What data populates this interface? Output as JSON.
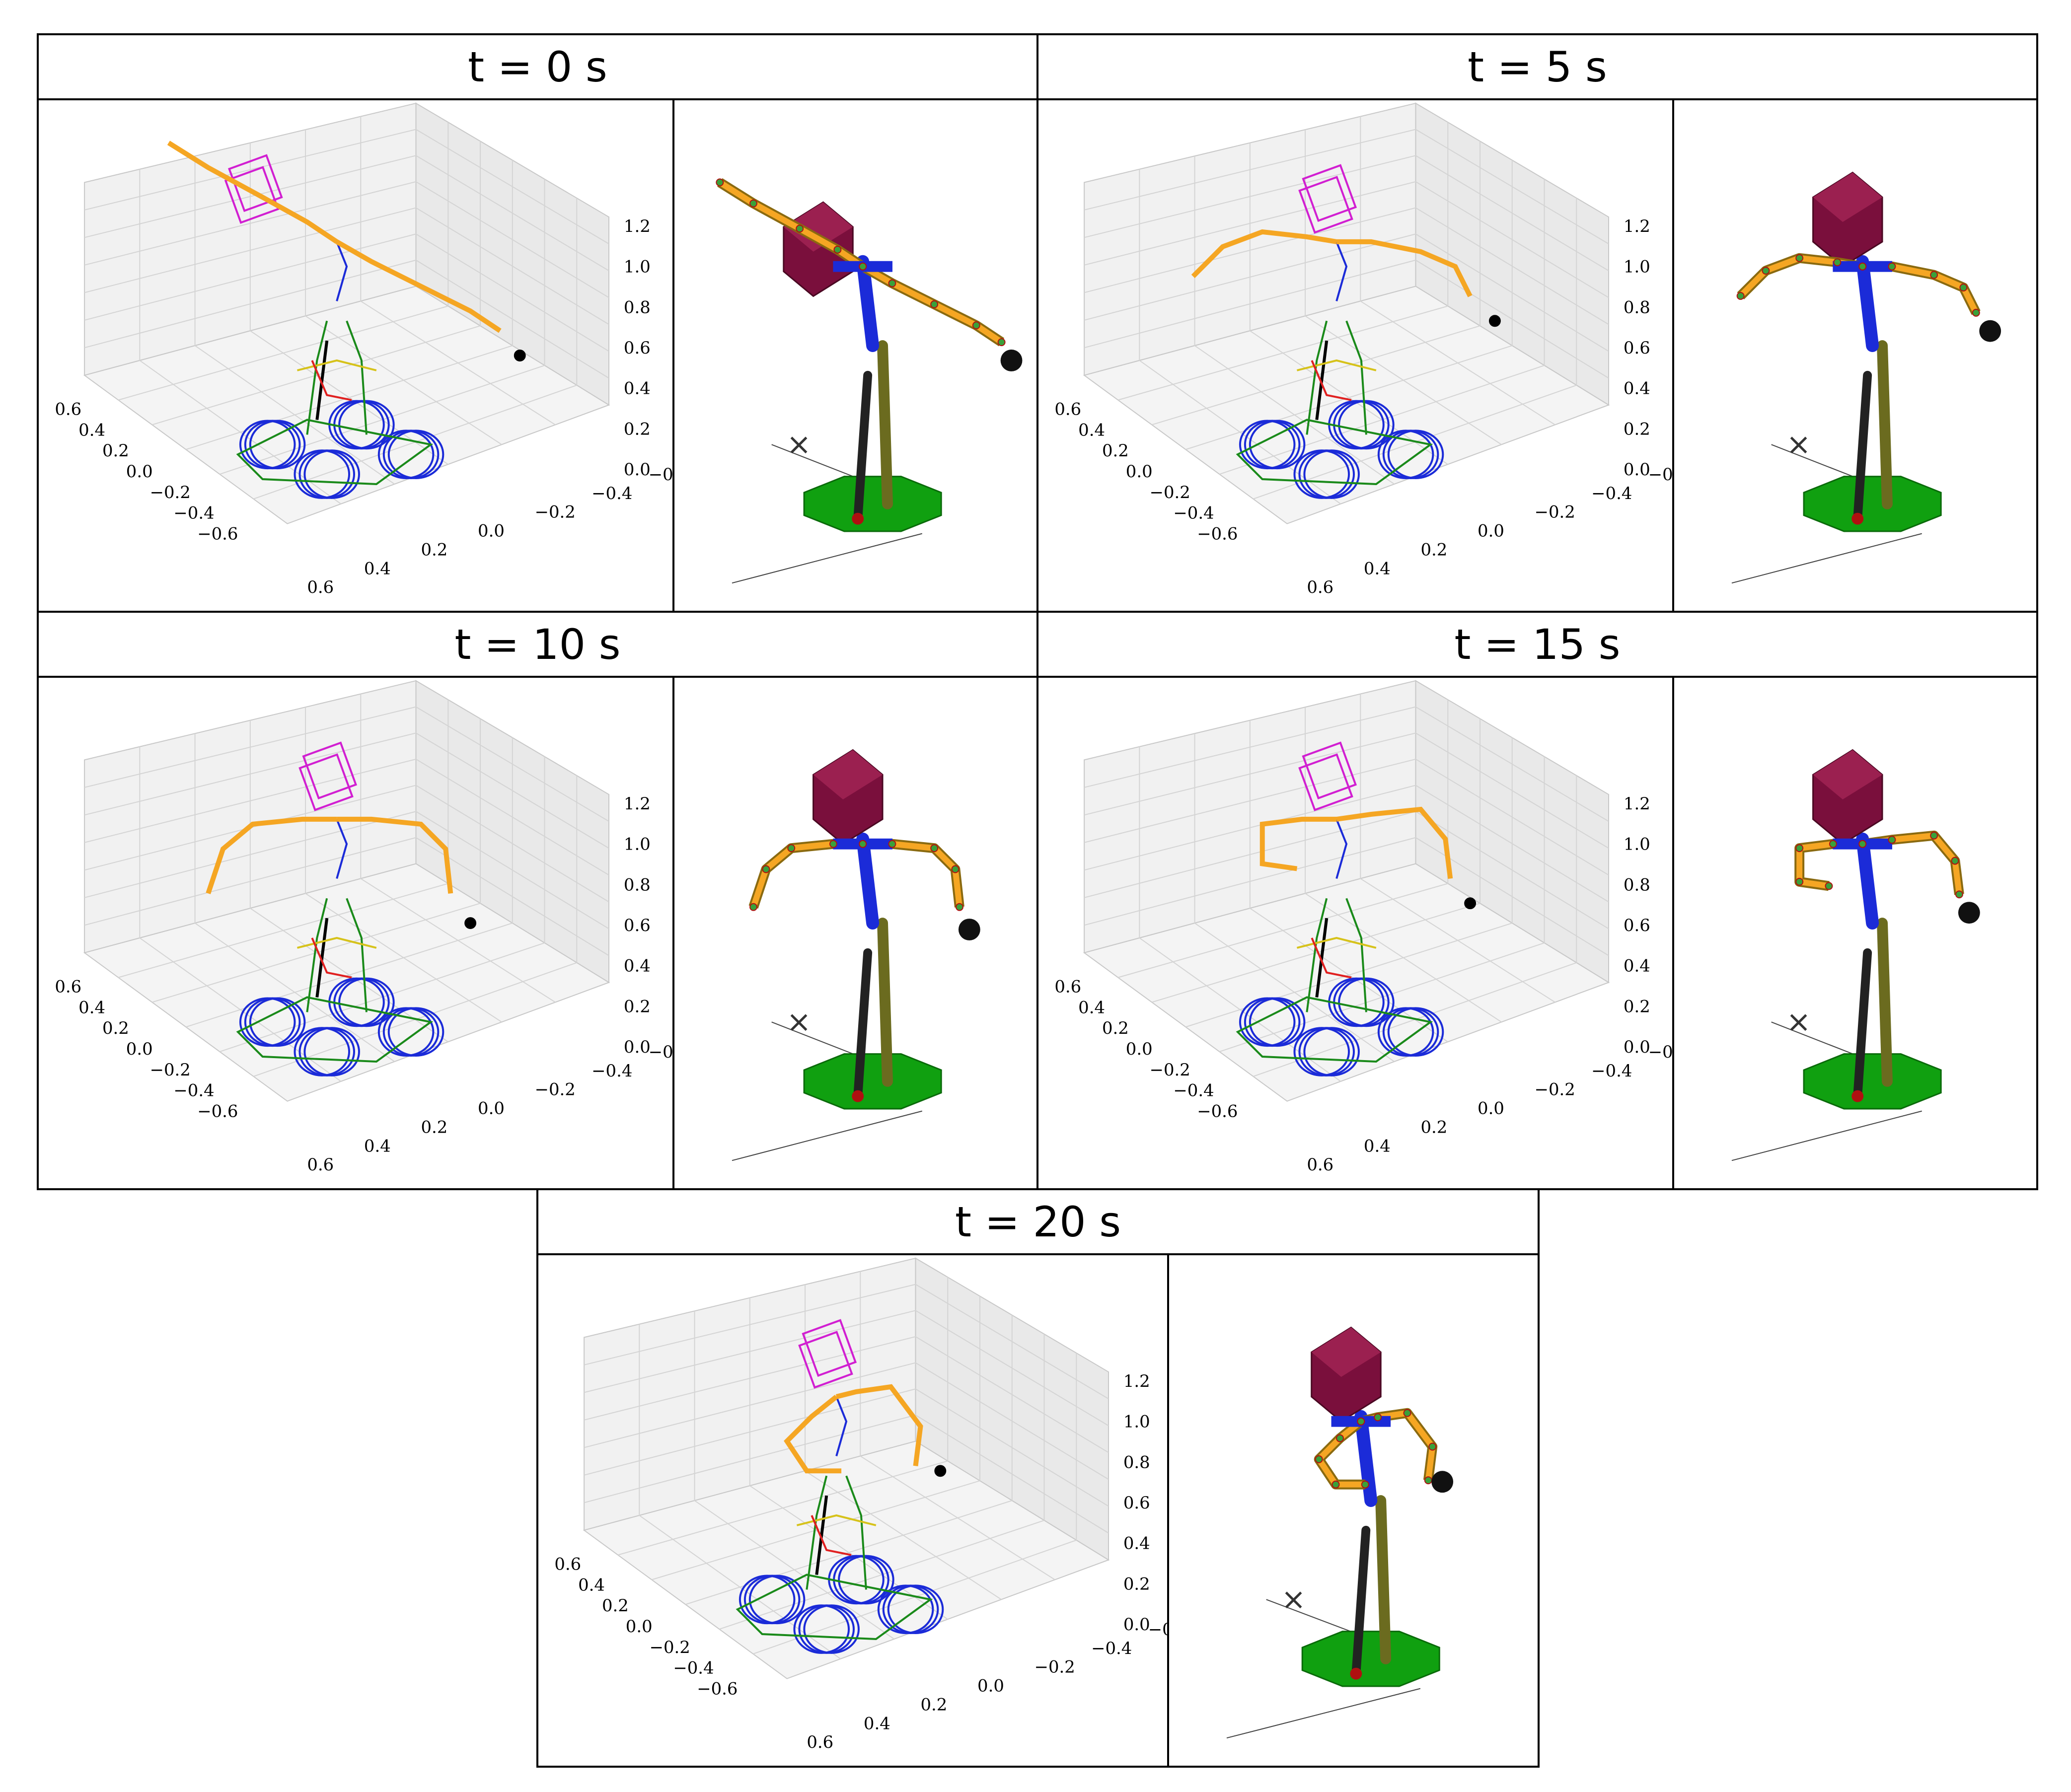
{
  "panels": [
    {
      "time_label": "t = 0 s"
    },
    {
      "time_label": "t = 5 s"
    },
    {
      "time_label": "t = 10 s"
    },
    {
      "time_label": "t = 15 s"
    },
    {
      "time_label": "t = 20 s"
    }
  ],
  "axis_ticks": {
    "z": [
      "1.2",
      "1.0",
      "0.8",
      "0.6",
      "0.4",
      "0.2",
      "0.0"
    ],
    "y_left": [
      "0.6",
      "0.4",
      "0.2",
      "0.0",
      "−0.2",
      "−0.4",
      "−0.6"
    ],
    "x_front": [
      "0.6",
      "0.4",
      "0.2",
      "0.0",
      "−0.2",
      "−0.4",
      "−0.6"
    ]
  },
  "colors": {
    "arm": "#f5a623",
    "torso": "#1b2bd8",
    "leg": "#6b6b1f",
    "head": "#7a0f3c",
    "base": "#10a010",
    "wire_green": "#1a8a1a",
    "wire_magenta": "#d11fd1",
    "wire_yellow": "#d6c21a",
    "wire_red": "#e02020"
  }
}
